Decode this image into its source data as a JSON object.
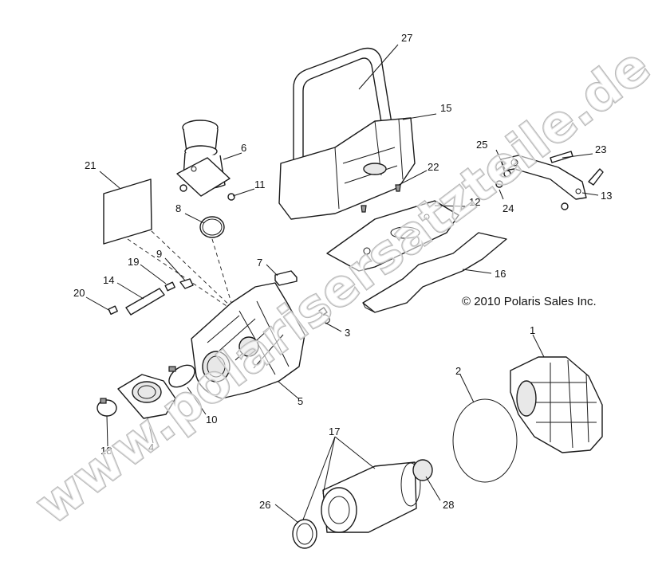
{
  "copyright": "© 2010 Polaris Sales Inc.",
  "watermark": "www.polarisersatzteile.de",
  "callouts": {
    "c1": "1",
    "c2": "2",
    "c3": "3",
    "c4": "4",
    "c5": "5",
    "c6": "6",
    "c7": "7",
    "c8": "8",
    "c9": "9",
    "c10": "10",
    "c11": "11",
    "c12": "12",
    "c13": "13",
    "c14": "14",
    "c15": "15",
    "c16": "16",
    "c17": "17",
    "c18": "18",
    "c19": "19",
    "c20": "20",
    "c21": "21",
    "c22": "22",
    "c23": "23",
    "c24": "24",
    "c25": "25",
    "c26": "26",
    "c27": "27",
    "c28": "28"
  }
}
